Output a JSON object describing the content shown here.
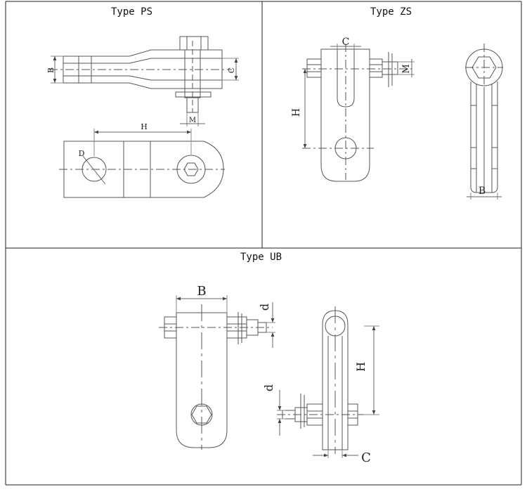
{
  "panels": {
    "ps": {
      "title": "Type PS",
      "labels": {
        "B": "B",
        "C": "C",
        "M": "M",
        "H": "H",
        "D": "D"
      }
    },
    "zs": {
      "title": "Type ZS",
      "labels": {
        "C": "C",
        "M": "M",
        "H": "H",
        "B": "B"
      }
    },
    "ub": {
      "title": "Type UB",
      "labels": {
        "B": "B",
        "d_top": "d",
        "d_bottom": "d",
        "H": "H",
        "C": "C"
      }
    }
  }
}
